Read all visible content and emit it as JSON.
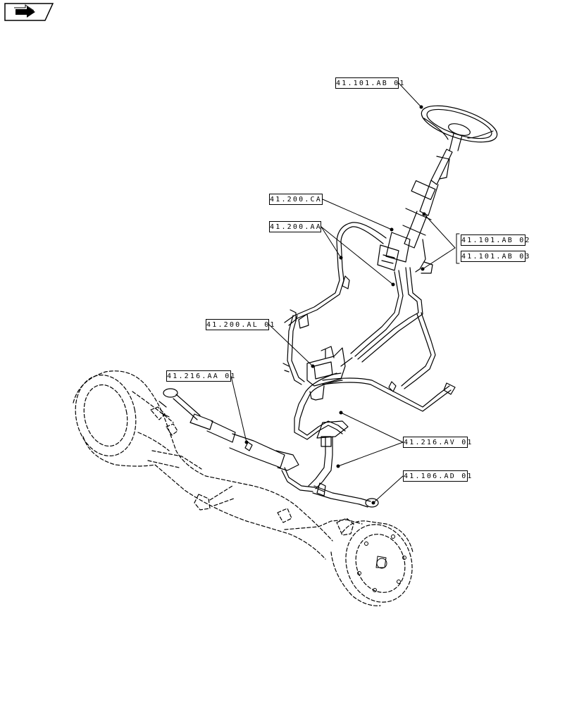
{
  "nav": {
    "icon": "arrow-right-icon"
  },
  "callouts": [
    {
      "id": "steering-wheel",
      "text": "41.101.AB 01"
    },
    {
      "id": "column-valve",
      "text": "41.200.CA"
    },
    {
      "id": "pipe-set",
      "text": "41.200.AA"
    },
    {
      "id": "column-a",
      "text": "41.101.AB 02"
    },
    {
      "id": "column-b",
      "text": "41.101.AB 03"
    },
    {
      "id": "valve-bracket",
      "text": "41.200.AL 01"
    },
    {
      "id": "front-axle",
      "text": "41.216.AA 01"
    },
    {
      "id": "cylinder-lines",
      "text": "41.216.AV 01"
    },
    {
      "id": "tie-rod",
      "text": "41.106.AD 01"
    }
  ],
  "colors": {
    "ink": "#000000",
    "paper": "#ffffff"
  }
}
